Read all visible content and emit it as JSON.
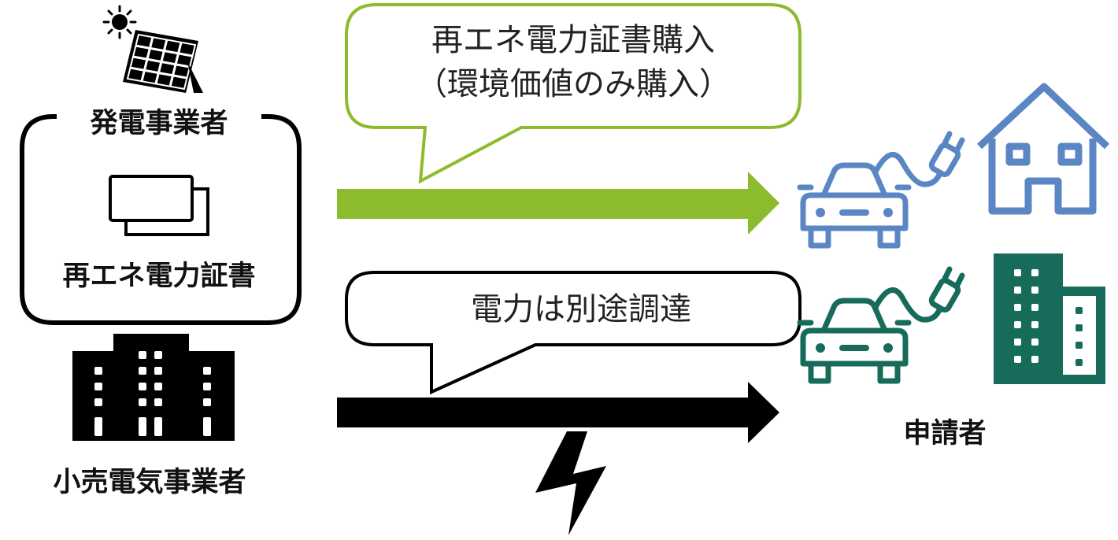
{
  "labels": {
    "generator": "発電事業者",
    "certificate": "再エネ電力証書",
    "retailer": "小売電気事業者",
    "applicant": "申請者"
  },
  "bubbles": {
    "purchase_line1": "再エネ電力証書購入",
    "purchase_line2": "（環境価値のみ購入）",
    "separate_power": "電力は別途調達"
  },
  "colors": {
    "green_arrow": "#8cbb2e",
    "green_bubble_border": "#8cbb2e",
    "black_arrow": "#000000",
    "blue_icons": "#5b86c4",
    "teal_icons": "#176b5b"
  },
  "icons": {
    "solar_panel": "solar-panel-icon",
    "sun": "sun-icon",
    "certificate": "certificate-icon",
    "retailer_building": "building-icon",
    "ev_car_blue": "car-icon",
    "plug_blue": "ev-plug-icon",
    "house": "house-icon",
    "ev_car_teal": "car-icon",
    "plug_teal": "ev-plug-icon",
    "office_building": "office-building-icon",
    "lightning": "lightning-icon"
  }
}
